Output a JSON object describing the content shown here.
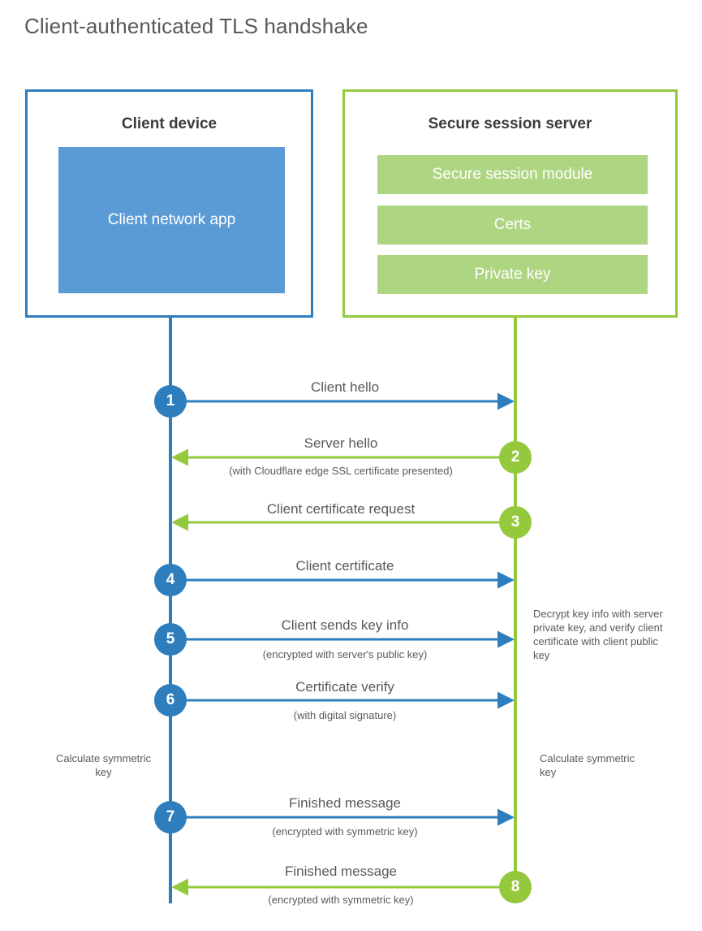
{
  "title": "Client-authenticated TLS handshake",
  "colors": {
    "client_blue": "#2e7ebd",
    "client_app_fill": "#5b9bd5",
    "server_green": "#95c93d",
    "server_module_fill": "#aed581",
    "text_gray": "#58595b"
  },
  "actors": {
    "client": {
      "title": "Client device",
      "app_label": "Client network app"
    },
    "server": {
      "title": "Secure session server",
      "modules": [
        "Secure session module",
        "Certs",
        "Private key"
      ]
    }
  },
  "steps": [
    {
      "number": "1",
      "primary": "Client hello",
      "secondary": "",
      "direction": "client-to-server",
      "side": "client"
    },
    {
      "number": "2",
      "primary": "Server hello",
      "secondary": "(with Cloudflare edge SSL certificate presented)",
      "direction": "server-to-client",
      "side": "server"
    },
    {
      "number": "3",
      "primary": "Client certificate request",
      "secondary": "",
      "direction": "server-to-client",
      "side": "server"
    },
    {
      "number": "4",
      "primary": "Client certificate",
      "secondary": "",
      "direction": "client-to-server",
      "side": "client"
    },
    {
      "number": "5",
      "primary": "Client sends key info",
      "secondary": "(encrypted with server's public key)",
      "direction": "client-to-server",
      "side": "client"
    },
    {
      "number": "6",
      "primary": "Certificate verify",
      "secondary": "(with digital signature)",
      "direction": "client-to-server",
      "side": "client"
    },
    {
      "number": "7",
      "primary": "Finished message",
      "secondary": "(encrypted with symmetric key)",
      "direction": "client-to-server",
      "side": "client"
    },
    {
      "number": "8",
      "primary": "Finished message",
      "secondary": "(encrypted with symmetric key)",
      "direction": "server-to-client",
      "side": "server"
    }
  ],
  "annotations": {
    "server_decrypt_note": "Decrypt key info with server private key, and verify client certificate with client public key",
    "client_calculate_note": "Calculate symmetric key",
    "server_calculate_note": "Calculate symmetric key"
  }
}
